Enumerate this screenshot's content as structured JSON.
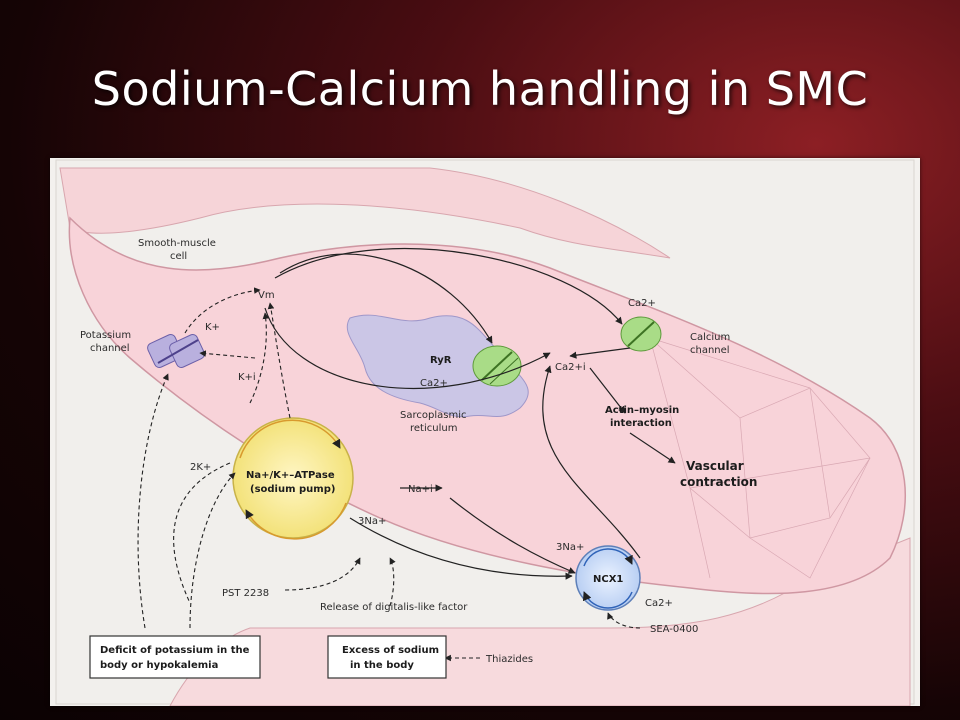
{
  "slide": {
    "title": "Sodium-Calcium handling in SMC"
  },
  "diagram": {
    "labels": {
      "cell": [
        "Smooth-muscle",
        "cell"
      ],
      "vm": "Vm",
      "potassium_channel": [
        "Potassium",
        "channel"
      ],
      "k_plus": "K+",
      "k_plus_i": "K+i",
      "ryr": "RyR",
      "ca_sr": "Ca2+",
      "sr": [
        "Sarcoplasmic",
        "reticulum"
      ],
      "ca_out": "Ca2+",
      "calcium_channel": [
        "Calcium",
        "channel"
      ],
      "ca_i": "Ca2+i",
      "actin_myosin": [
        "Actin–myosin",
        "interaction"
      ],
      "vascular": [
        "Vascular",
        "contraction"
      ],
      "two_k": "2K+",
      "pump": [
        "Na+/K+–ATPase",
        "(sodium pump)"
      ],
      "na_i": "Na+i",
      "three_na_pump": "3Na+",
      "three_na_ncx": "3Na+",
      "ncx1": "NCX1",
      "ca_ncx": "Ca2+",
      "pst": "PST 2238",
      "digitalis": "Release of digitalis-like factor",
      "sea": "SEA-0400",
      "thiazides": "Thiazides",
      "deficit_box": [
        "Deficit of potassium in the",
        "body or hypokalemia"
      ],
      "excess_box": [
        "Excess of sodium",
        "in the body"
      ]
    }
  }
}
